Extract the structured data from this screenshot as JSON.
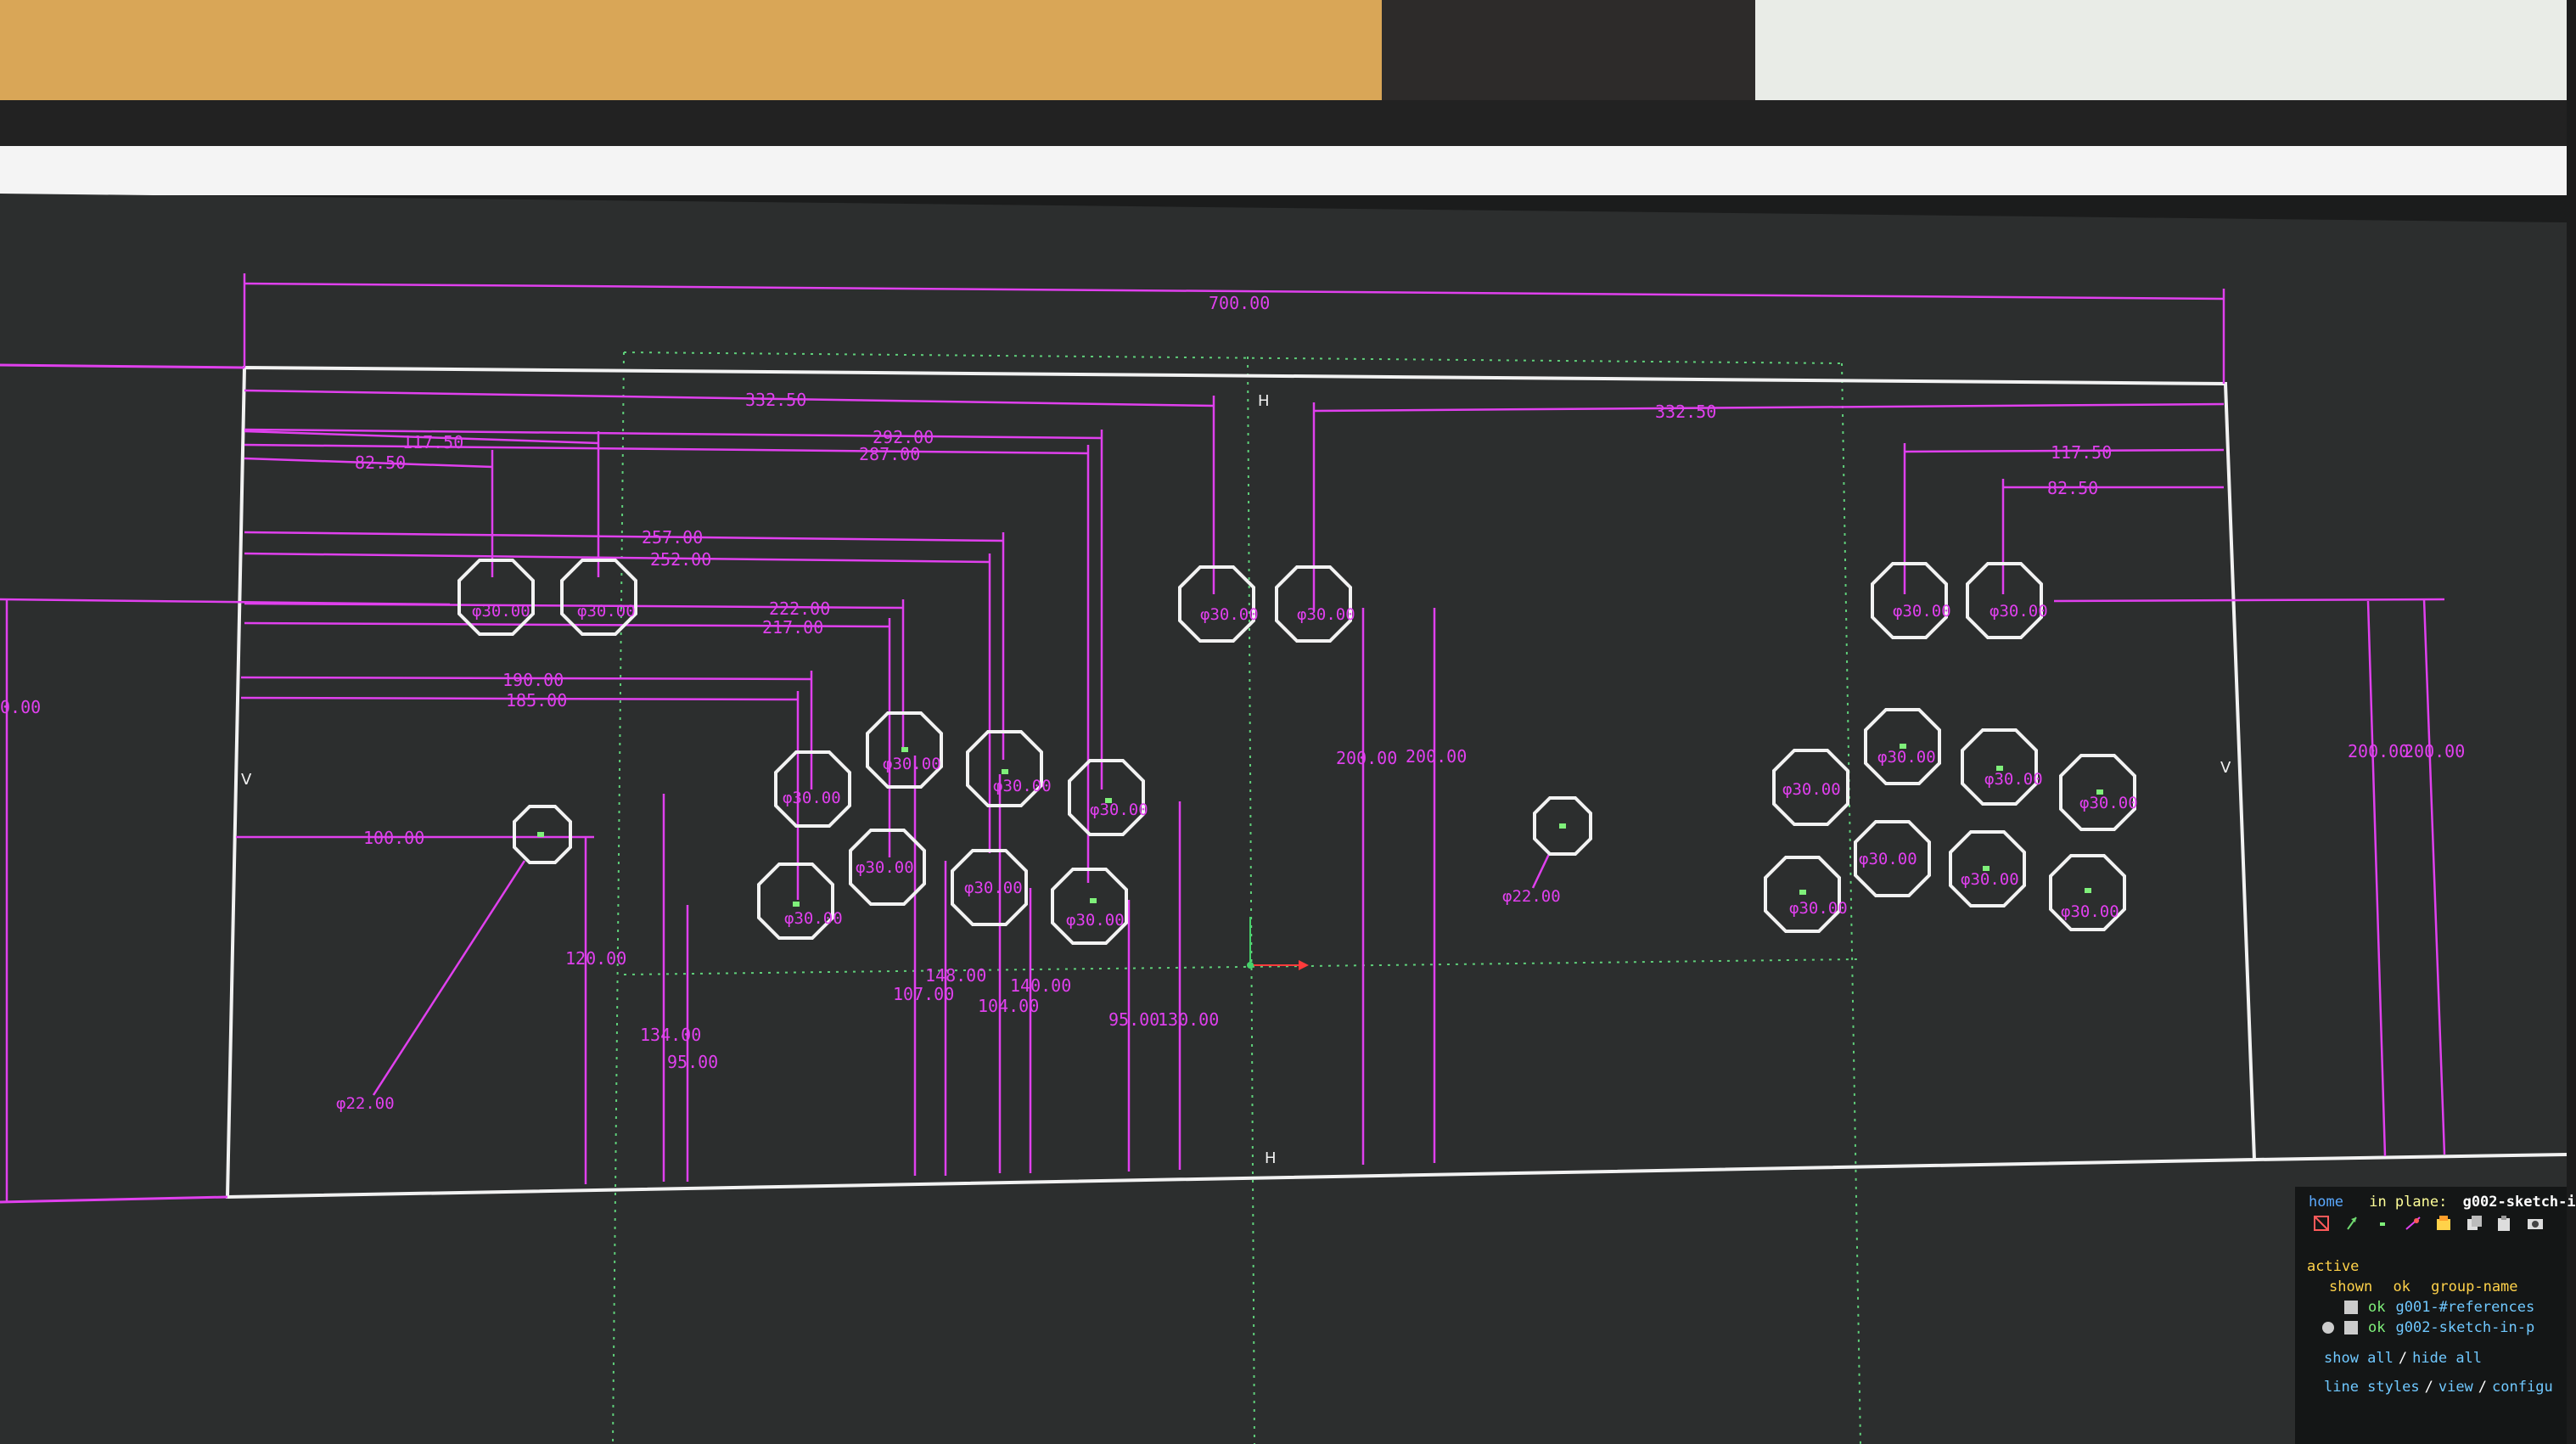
{
  "app": {
    "nav": {
      "home": "home",
      "in_plane_label": "in plane:",
      "plane_name": "g002-sketch-i"
    },
    "group_panel": {
      "section_label": "active",
      "columns": [
        "shown",
        "ok",
        "group-name"
      ],
      "groups": [
        {
          "ok": "ok",
          "name": "g001-#references"
        },
        {
          "ok": "ok",
          "name": "g002-sketch-in-p"
        }
      ],
      "show_all": "show all",
      "hide_all": "hide all",
      "line_styles": "line styles",
      "view": "view",
      "configure": "configu"
    },
    "toolbar_icons": [
      "trim-icon",
      "arrow-icon",
      "point-icon",
      "construction-icon",
      "export-icon",
      "copy-icon",
      "paste-icon",
      "screenshot-icon"
    ]
  },
  "sketch": {
    "colors": {
      "dimension": "#e040ee",
      "geometry": "#f2f2f2",
      "construction": "#55c46e",
      "axis_x": "#ff3b3b",
      "axis_y": "#46d06a",
      "background": "#2e3030"
    },
    "constraint_labels": {
      "horizontal": "H",
      "vertical": "V"
    },
    "dimensions": {
      "overall_width": "700.00",
      "left_half": "332.50",
      "right_half": "332.50",
      "left_117": "117.50",
      "left_82": "82.50",
      "left_292": "292.00",
      "left_287": "287.00",
      "left_257": "257.00",
      "left_252": "252.00",
      "left_222": "222.00",
      "left_217": "217.00",
      "left_190": "190.00",
      "left_185": "185.00",
      "left_100": "100.00",
      "right_117": "117.50",
      "right_82": "82.50",
      "h_120": "120.00",
      "h_134": "134.00",
      "h_95a": "95.00",
      "h_148": "148.00",
      "h_107": "107.00",
      "h_140": "140.00",
      "h_104": "104.00",
      "h_95b": "95.00",
      "h_130": "130.00",
      "h_200a": "200.00",
      "h_200b": "200.00",
      "h_200c": "200.00",
      "h_200d": "200.00",
      "h_left_edge": "0.00"
    },
    "hole_labels": {
      "d30": "φ30.00",
      "d22": "φ22.00"
    }
  }
}
